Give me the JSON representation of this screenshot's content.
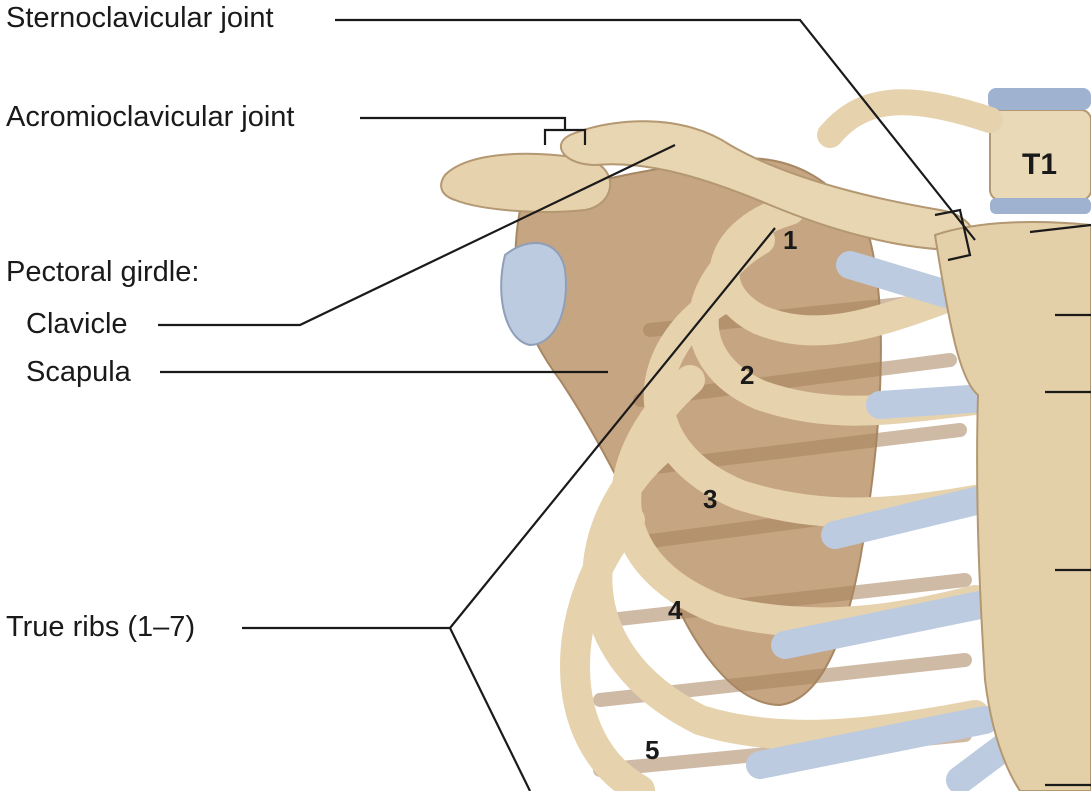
{
  "labels": {
    "sternoclavicular": "Sternoclavicular joint",
    "acromioclavicular": "Acromioclavicular joint",
    "pectoral_girdle": "Pectoral girdle:",
    "clavicle": "Clavicle",
    "scapula": "Scapula",
    "true_ribs": "True ribs (1–7)"
  },
  "vertebra": "T1",
  "rib_numbers": [
    "1",
    "2",
    "3",
    "4",
    "5"
  ],
  "colors": {
    "bone": "#e6d2ad",
    "bone_shadow": "#c9ae85",
    "muscle": "#b89476",
    "cartilage": "#bccbe0",
    "leader": "#1a1a1a"
  }
}
